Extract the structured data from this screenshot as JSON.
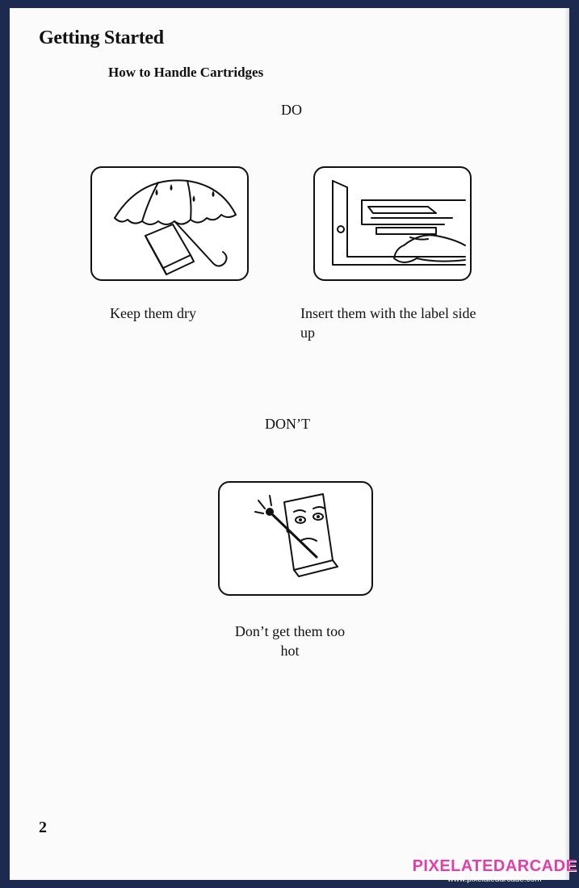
{
  "page": {
    "title": "Getting Started",
    "subtitle": "How to Handle Cartridges",
    "page_number": "2"
  },
  "do_section": {
    "heading": "DO",
    "items": [
      {
        "caption": "Keep them dry",
        "icon": "umbrella-icon"
      },
      {
        "caption": "Insert them with the label side up",
        "icon": "cartridge-insert-icon"
      }
    ]
  },
  "dont_section": {
    "heading": "DON’T",
    "items": [
      {
        "caption": "Don’t get them too hot",
        "icon": "hot-cartridge-icon"
      }
    ]
  },
  "watermark": {
    "logo": "PIXELATEDARCADE",
    "url": "www.pixelatedarcade.com"
  }
}
